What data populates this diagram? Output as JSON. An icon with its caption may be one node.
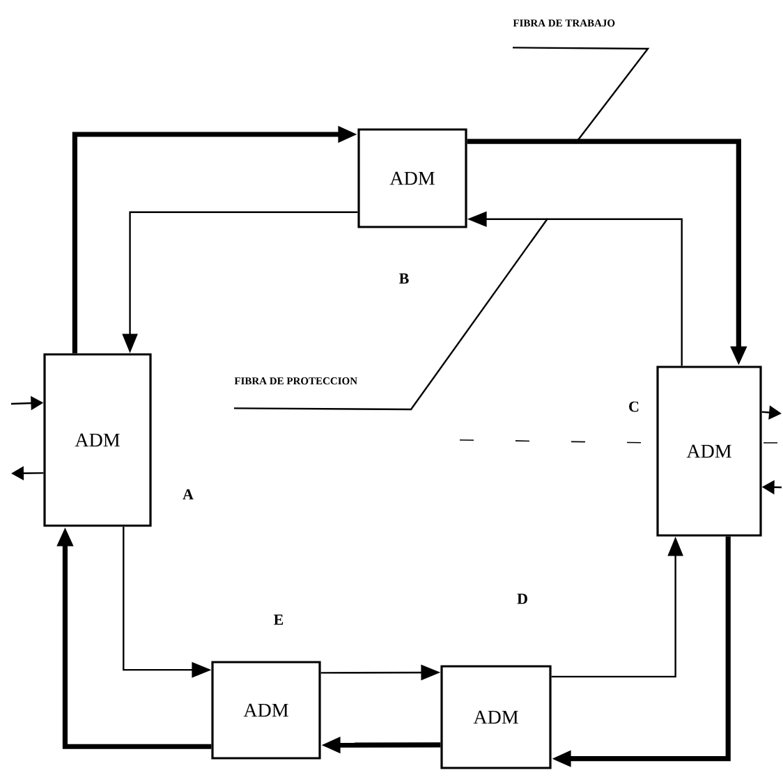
{
  "diagram": {
    "nodes": [
      {
        "text": [
          "ADM"
        ],
        "beside": [
          "B"
        ]
      },
      {
        "text": [
          "ADM"
        ],
        "beside": [
          "A"
        ]
      },
      {
        "text": [
          "ADM"
        ],
        "beside": [
          "C"
        ]
      },
      {
        "text": [
          "ADM"
        ],
        "beside": [
          "E"
        ]
      },
      {
        "text": [
          "ADM"
        ]
      },
      {
        "text": [
          "FIBRA DE TRABAJO"
        ]
      },
      {
        "text": [
          "FIBRA DE PROTECCION"
        ]
      }
    ],
    "edges": [
      {
        "from": 1,
        "to": 0,
        "arrow": "to",
        "style": "thick"
      },
      {
        "from": 0,
        "to": 2,
        "arrow": "to",
        "style": "thick"
      },
      {
        "from": 2,
        "to": 4,
        "arrow": "to",
        "style": "thick"
      },
      {
        "from": 4,
        "to": 3,
        "arrow": "to",
        "style": "thick"
      },
      {
        "from": 3,
        "to": 1,
        "arrow": "to",
        "style": "thick"
      },
      {
        "from": 0,
        "to": 1,
        "arrow": "to"
      },
      {
        "from": 2,
        "to": 0,
        "arrow": "to"
      },
      {
        "from": 4,
        "to": 2,
        "arrow": "to"
      },
      {
        "from": 3,
        "to": 4,
        "arrow": "to"
      },
      {
        "from": 1,
        "to": 3,
        "arrow": "to"
      },
      {
        "from": null,
        "to": 1,
        "arrow": "to"
      },
      {
        "from": 1,
        "to": null,
        "arrow": "to"
      },
      {
        "from": 2,
        "to": null,
        "arrow": "to"
      },
      {
        "from": null,
        "to": 2,
        "arrow": "to"
      },
      {
        "from": 5,
        "to": null,
        "arrow": "none"
      },
      {
        "from": 6,
        "to": null,
        "arrow": "none"
      }
    ],
    "labels": [
      "D"
    ]
  }
}
